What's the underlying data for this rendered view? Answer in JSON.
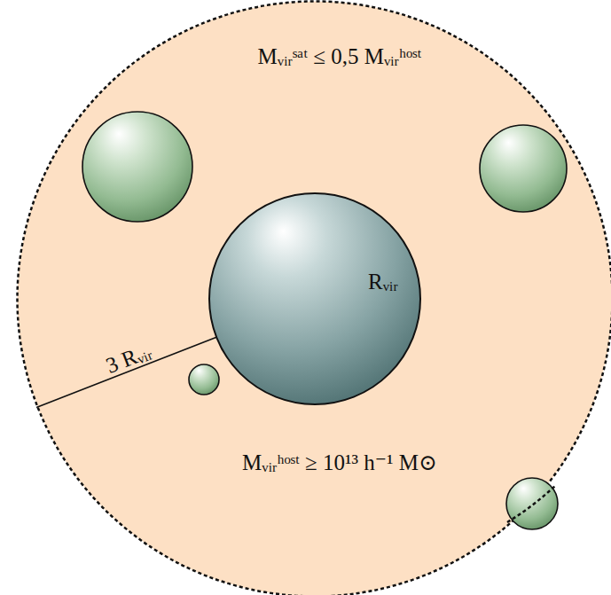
{
  "diagram": {
    "nodes": [
      {
        "text": [
          "Mᵥᵢᵣˢᵃᵗ ≤ 0,5 Mᵥᵢᵣʰᵒˢᵗ",
          "Mᵥᵢᵣʰᵒˢᵗ ≥ 10¹³ h⁻¹ M⊙"
        ]
      },
      {
        "text": [
          "Rᵥᵢᵣ"
        ],
        "in": 0
      }
    ],
    "labels": [
      "3 Rᵥᵢᵣ"
    ]
  }
}
